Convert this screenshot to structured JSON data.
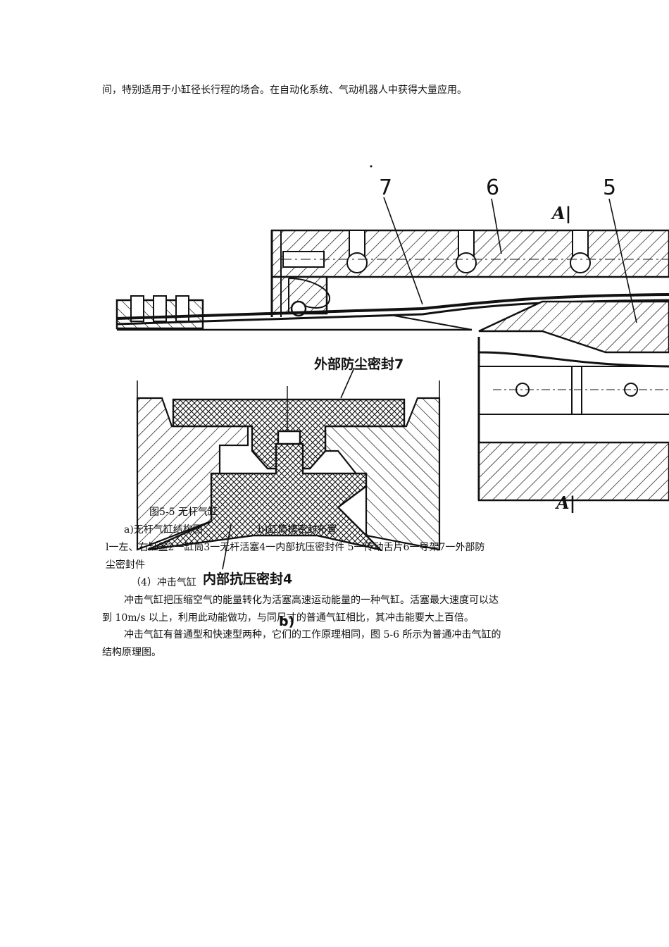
{
  "text": {
    "top_line": "间，特别适用于小缸径长行程的场合。在自动化系统、气动机器人中获得大量应用。",
    "caption_title": "图5-5   无杆气缸",
    "caption_sub_a": "a)无杆气缸结构图",
    "caption_sub_b": "b)缸筒槽密封布置",
    "legend_line1": "l一左、右缸盖2一缸筒3一无杆活塞4一内部抗压密封件      5一传动舌片6一导架7一外部防",
    "legend_line2": "尘密封件",
    "section_heading": "（4）冲击气缸",
    "para1_line1": "冲击气缸把压缩空气的能量转化为活塞高速运动能量的一种气缸。活塞最大速度可以达",
    "para1_line2": "到 10m/s 以上，利用此动能做功，与同尺寸的普通气缸相比，其冲击能要大上百倍。",
    "para2_line1": "冲击气缸有普通型和快速型两种，它们的工作原理相同，图 5-6 所示为普通冲击气缸的",
    "para2_line2": "结构原理图。"
  },
  "figure": {
    "label_7": "7",
    "label_6": "6",
    "label_5": "5",
    "section_mark_top": "A|",
    "section_mark_bottom": "A|",
    "seal_outer_label": "外部防尘密封7",
    "seal_inner_label": "内部抗压密封4",
    "sub_b_label": "b)"
  }
}
